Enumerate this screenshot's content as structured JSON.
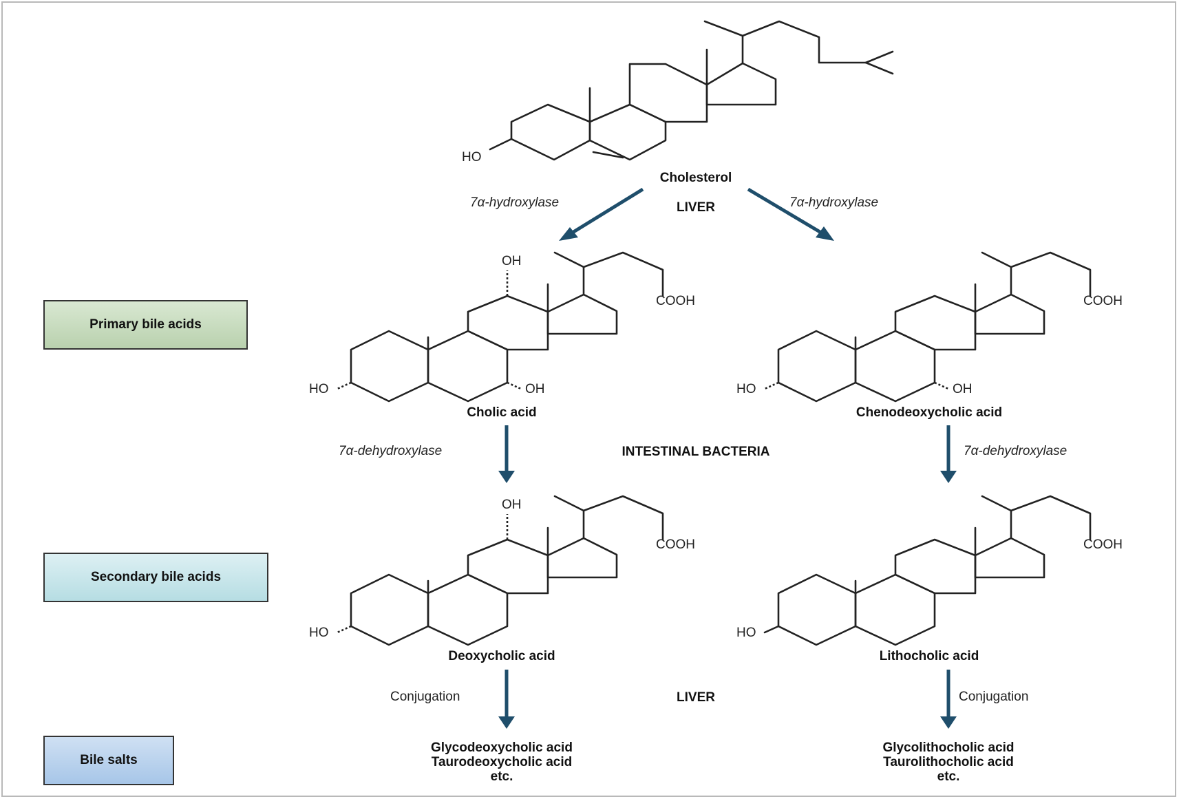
{
  "side_labels": {
    "primary": "Primary bile acids",
    "secondary": "Secondary bile acids",
    "salts": "Bile salts"
  },
  "compounds": {
    "cholesterol": "Cholesterol",
    "cholic_acid": "Cholic acid",
    "chenodeoxycholic_acid": "Chenodeoxycholic acid",
    "deoxycholic_acid": "Deoxycholic acid",
    "lithocholic_acid": "Lithocholic acid",
    "left_salts": [
      "Glycodeoxycholic acid",
      "Taurodeoxycholic acid",
      "etc."
    ],
    "right_salts": [
      "Glycolithocholic acid",
      "Taurolithocholic acid",
      "etc."
    ]
  },
  "locations": {
    "liver_top": "LIVER",
    "intestinal": "INTESTINAL BACTERIA",
    "liver_bottom": "LIVER"
  },
  "enzymes": {
    "hydroxylase_left": "7α-hydroxylase",
    "hydroxylase_right": "7α-hydroxylase",
    "dehydroxylase_left": "7α-dehydroxylase",
    "dehydroxylase_right": "7α-dehydroxylase",
    "conjugation_left": "Conjugation",
    "conjugation_right": "Conjugation"
  },
  "atoms": {
    "ho": "HO",
    "oh": "OH",
    "cooh": "COOH"
  },
  "colors": {
    "arrow": "#1f4e6b",
    "primary_box": "#c8dcbf",
    "secondary_box": "#c9e6eb",
    "salts_box": "#bcd3ee"
  }
}
